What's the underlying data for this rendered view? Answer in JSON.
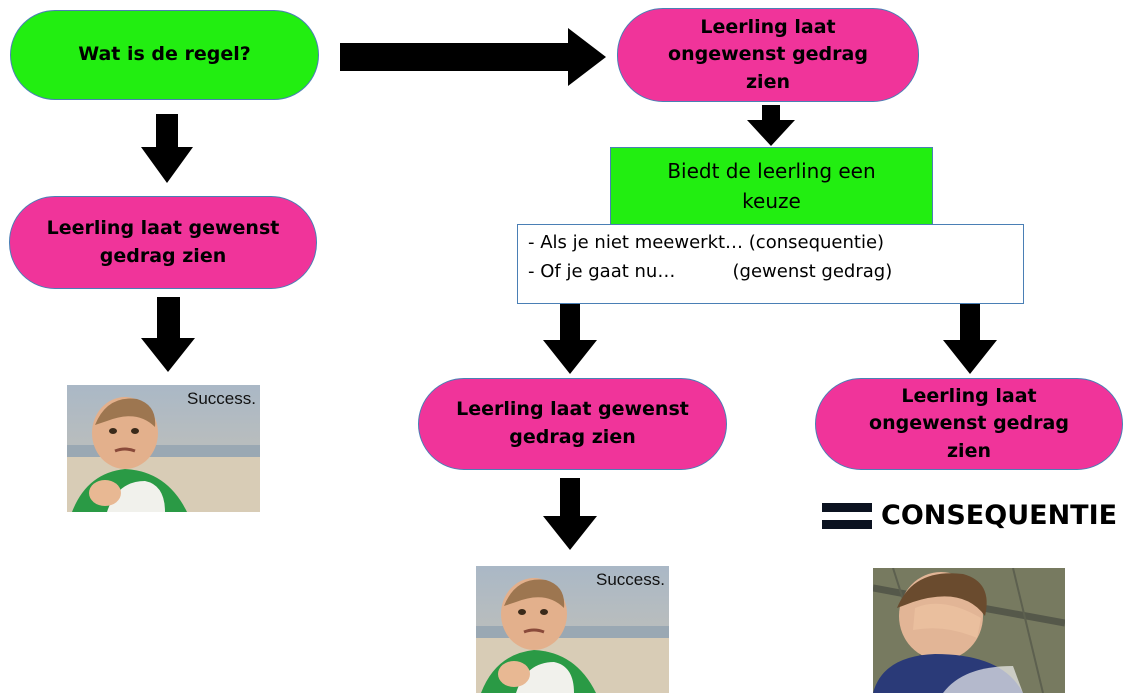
{
  "nodes": {
    "rule": "Wat is de regel?",
    "unwanted_top": "Leerling laat ongewenst gedrag zien",
    "wanted_left": "Leerling laat gewenst gedrag zien",
    "offer_choice": "Biedt de leerling een keuze",
    "wanted_mid": "Leerling laat gewenst gedrag zien",
    "unwanted_right": "Leerling laat ongewenst gedrag zien"
  },
  "choice_box": {
    "line1": "- Als je niet meewerkt… (consequentie)",
    "line2": "- Of je gaat nu…          (gewenst gedrag)"
  },
  "consequence_label": "CONSEQUENTIE",
  "images": {
    "success_caption": "Success."
  },
  "colors": {
    "green": "#22ee11",
    "pink": "#f0349a",
    "arrow": "#000000",
    "border": "#4a7fb5"
  },
  "icons": {
    "equals": "equals-icon",
    "success_photo": "success-kid-photo",
    "consequence_photo": "facepalm-kid-photo"
  }
}
